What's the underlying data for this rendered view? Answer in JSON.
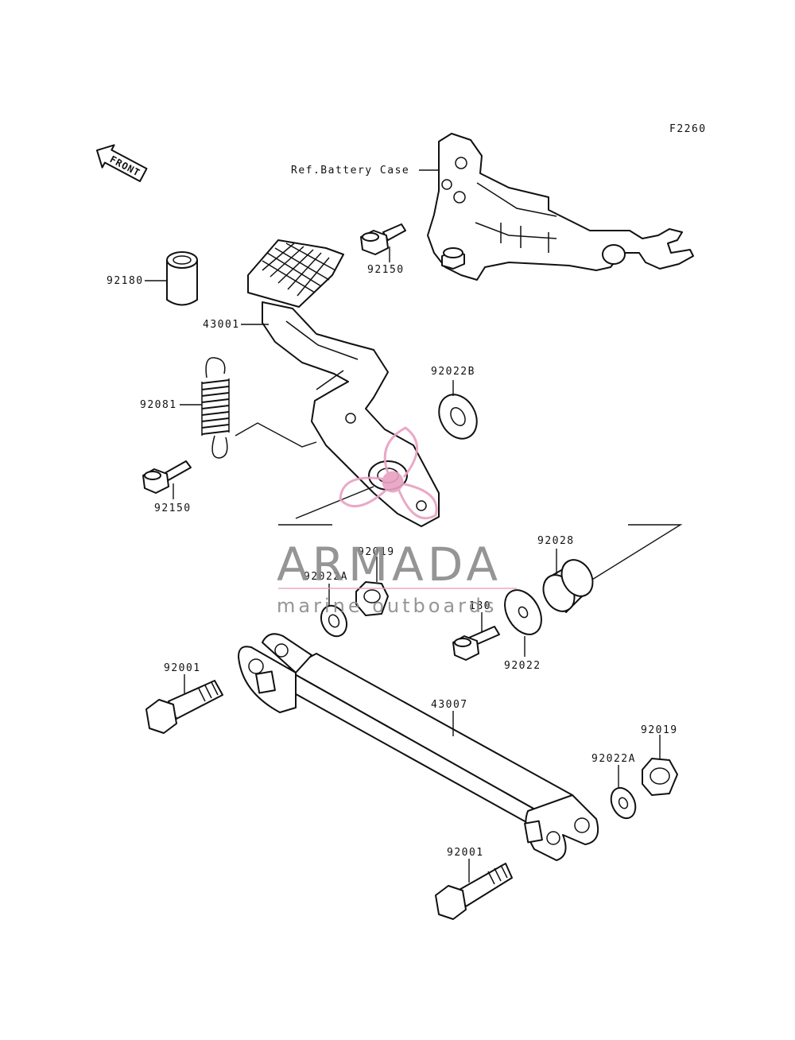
{
  "figure_code": "F2260",
  "front_arrow_label": "FRONT",
  "ref_label": "Ref.Battery Case",
  "part_numbers": {
    "bolt_top": "92150",
    "collar": "92180",
    "pedal": "43001",
    "washer_b": "92022B",
    "spring": "92081",
    "bolt_left": "92150",
    "nut_upper": "92019",
    "washer_a_upper": "92022A",
    "bushing": "92028",
    "small_bolt": "180",
    "washer": "92022",
    "bolt_upper": "92001",
    "rod": "43007",
    "nut_lower": "92019",
    "washer_a_lower": "92022A",
    "bolt_lower": "92001"
  },
  "watermark": {
    "brand": "ARMADA",
    "tagline": "marine outboards",
    "colors": {
      "gray": "#8a8a8a",
      "pink": "#e8a0c0"
    }
  }
}
